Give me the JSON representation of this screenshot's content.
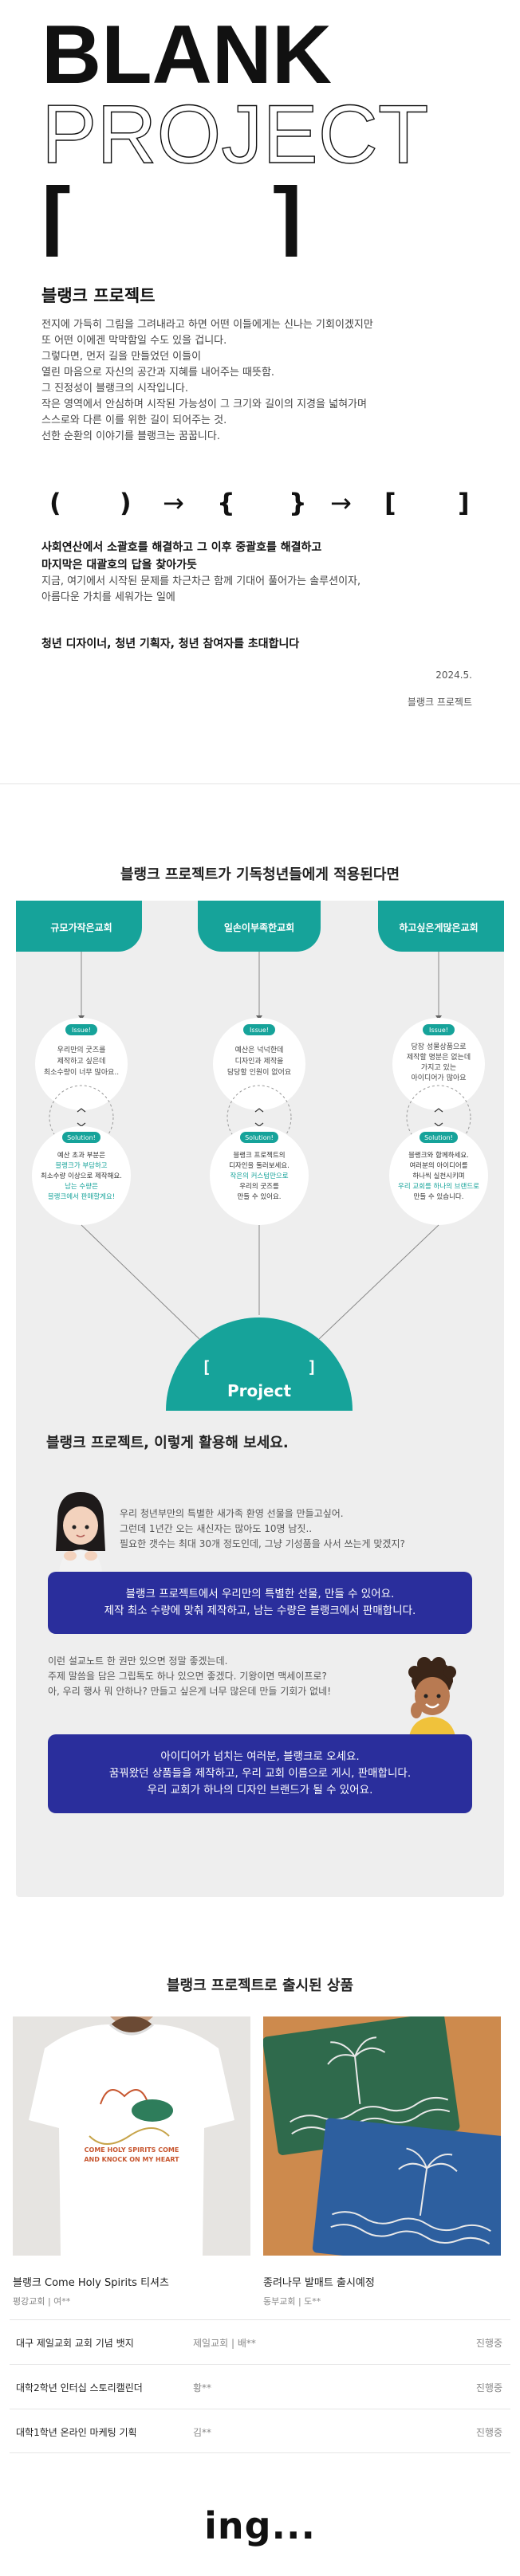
{
  "hero": {
    "logo_line1": "BLANK",
    "logo_line2": "PROJECT",
    "logo_bracket_left": "[",
    "logo_bracket_right": "]",
    "title": "블랭크 프로젝트",
    "body": [
      "전지에 가득히 그림을 그려내라고 하면 어떤 이들에게는 신나는 기회이겠지만",
      "또 어떤 이에겐 막막함일 수도 있을 겁니다.",
      "그렇다면, 먼저 길을 만들었던 이들이",
      "열린 마음으로 자신의 공간과 지혜를 내어주는 때뜻함.",
      "그 진정성이 블랭크의 시작입니다.",
      "작은 영역에서 안심하며 시작된 가능성이 그 크기와 길이의 지경을 넓혀가며",
      "스스로와 다른 이를 위한 길이 되어주는 것.",
      "선한 순환의 이야기를 블랭크는 꿈꿉니다."
    ],
    "bracket_row": [
      "(",
      ")",
      "→",
      "{",
      "}",
      "→",
      "[",
      "]"
    ],
    "headline": [
      "사회연산에서 소괄호를 해결하고 그 이후 중괄호를 해결하고",
      "마지막은 대괄호의 답을 찾아가듯"
    ],
    "headline_sub": [
      "지금, 여기에서 시작된 문제를 차근차근 함께 기대어 풀어가는 솔루션이자,",
      "아름다운 가치를 세워가는 일에"
    ],
    "invite": "청년 디자이너, 청년 기획자, 청년 참여자를 초대합니다",
    "date": "2024.5.",
    "signature": "블랭크 프로젝트"
  },
  "application": {
    "title": "블랭크 프로젝트가 기독청년들에게 적용된다면",
    "churches": [
      "규모가작은교회",
      "일손이부족한교회",
      "하고싶은게많은교회"
    ],
    "issue_label": "Issue!",
    "solution_label": "Solution!",
    "issues": [
      [
        "우리만의 굿즈를",
        "제작하고 싶은데",
        "최소수량이 너무 많아요.."
      ],
      [
        "예산은 넉넉한데",
        "디자인과 제작을",
        "담당할 인원이 없어요"
      ],
      [
        "당장 성물상품으로",
        "제작할 명분은 없는데",
        "가지고 있는",
        "아이디어가 많아요"
      ]
    ],
    "solutions": [
      [
        "예산 초과 부분은",
        "블랭크가 부담하고",
        "최소수량 이상으로 제작해요.",
        "남는 수량은",
        "블랭크에서 판매할게요!"
      ],
      [
        "블랭크 프로젝트의",
        "디자인을 둘러보세요.",
        "작은의 커스텀만으로",
        "우리의 굿즈를",
        "만들 수 있어요."
      ],
      [
        "블랭크와 함께하세요.",
        "여러분의 아이디어를",
        "하나씩 실천시키며",
        "우리 교회를 하나의 브랜드로",
        "만들 수 있습니다."
      ]
    ],
    "project_bracket": "[          ]",
    "project_label": "Project",
    "use_title": "블랭크 프로젝트, 이렇게 활용해 보세요.",
    "case1_text": [
      "우리 청년부만의 특별한 새가족 환영 선물을 만들고싶어.",
      "그런데 1년간 오는 새신자는 많아도 10명 남짓..",
      "필요한 갯수는 최대 30개 정도인데, 그냥 기성품을 사서 쓰는게 맞겠지?"
    ],
    "case1_answer": [
      "블랭크 프로젝트에서 우리만의 특별한 선물, 만들 수 있어요.",
      "제작 최소 수량에 맞춰 제작하고, 남는 수량은 블랭크에서 판매합니다."
    ],
    "case2_text": [
      "이런 설교노트 한 권만 있으면 정말 좋겠는데.",
      "주제 말씀을 담은 그립톡도 하나 있으면 좋겠다. 기왕이면 맥세이프로?",
      "아, 우리 행사 뭐 안하나? 만들고 싶은게 너무 많은데 만들 기회가 없네!"
    ],
    "case2_answer": [
      "아이디어가 넘치는 여러분, 블랭크로 오세요.",
      "꿈꿔왔던 상품들을 제작하고, 우리 교회 이름으로 게시, 판매합니다.",
      "우리 교회가 하나의 디자인 브랜드가 될 수 있어요."
    ]
  },
  "products": {
    "title": "블랭크 프로젝트로 출시된 상품",
    "shirt_print": [
      "COME HOLY SPIRITS COME",
      "AND KNOCK ON MY HEART"
    ],
    "items": [
      {
        "name": "블랭크 Come Holy Spirits 티셔츠",
        "sub": "평강교회 | 여**"
      },
      {
        "name": "종려나무 발매트 출시예정",
        "sub": "동부교회 | 도**"
      }
    ],
    "list": [
      {
        "title": "대구 제일교회 교회 기념 뱃지",
        "owner": "제일교회 | 배**",
        "status": "진행중"
      },
      {
        "title": "대학2학년 인터십 스토리캘린더",
        "owner": "황**",
        "status": "진행중"
      },
      {
        "title": "대학1학년 온라인 마케팅 기획",
        "owner": "김**",
        "status": "진행중"
      }
    ]
  },
  "footer": {
    "ing": "ing..."
  },
  "colors": {
    "teal": "#16a39a",
    "navy": "#2a2e9c",
    "text": "#222222",
    "bg_grey": "#eeeeee"
  }
}
